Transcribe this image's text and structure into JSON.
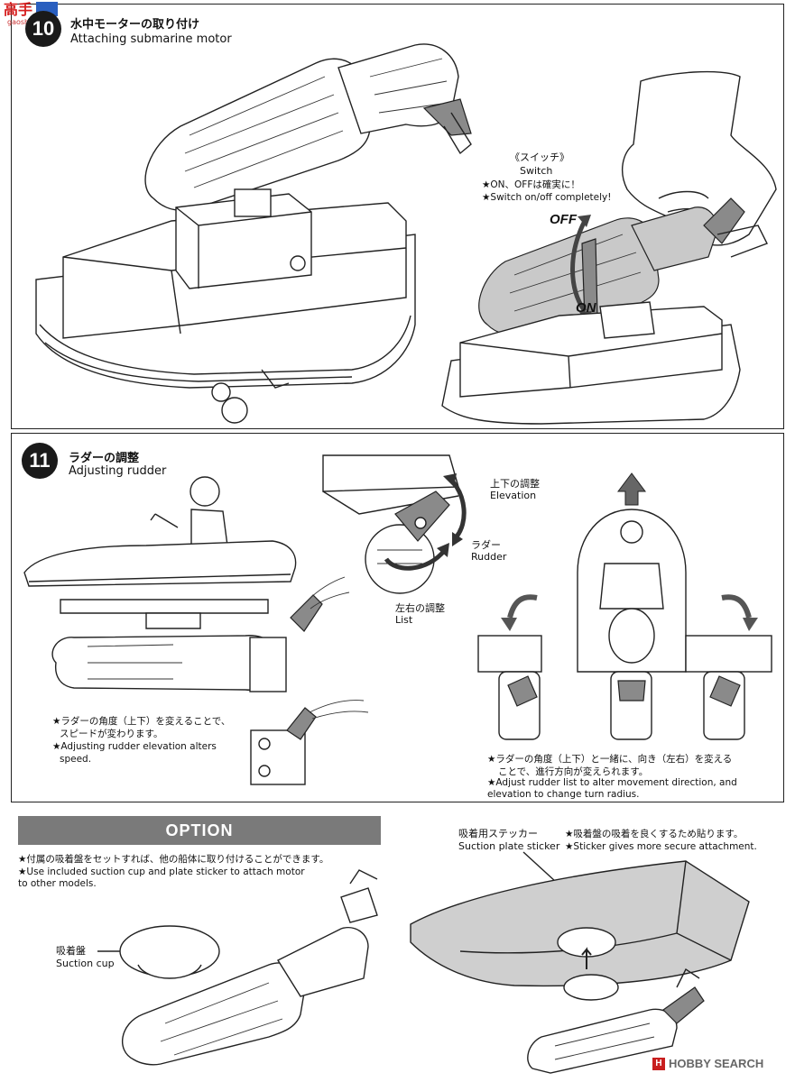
{
  "watermark_top": "gaoshou.net",
  "step10": {
    "number": "10",
    "title_jp": "水中モーターの取り付け",
    "title_en": "Attaching submarine motor",
    "switch_label_jp": "《スイッチ》",
    "switch_label_en": "Switch",
    "note_jp": "★ON、OFFは確実に！",
    "note_en": "★Switch on/off completely!",
    "off_label": "OFF",
    "on_label": "ON"
  },
  "step11": {
    "number": "11",
    "title_jp": "ラダーの調整",
    "title_en": "Adjusting rudder",
    "elevation_jp": "上下の調整",
    "elevation_en": "Elevation",
    "rudder_jp": "ラダー",
    "rudder_en": "Rudder",
    "list_jp": "左右の調整",
    "list_en": "List",
    "note1_jp_1": "★ラダーの角度（上下）を変えることで、",
    "note1_jp_2": "スピードが変わります。",
    "note1_en_1": "★Adjusting rudder elevation alters",
    "note1_en_2": "speed.",
    "note2_jp_1": "★ラダーの角度（上下）と一緒に、向き（左右）を変える",
    "note2_jp_2": "ことで、進行方向が変えられます。",
    "note2_en_1": "★Adjust rudder list to alter movement direction, and",
    "note2_en_2": "elevation to change turn radius."
  },
  "option": {
    "header": "OPTION",
    "note_jp": "★付属の吸着盤をセットすれば、他の船体に取り付けることができます。",
    "note_en_1": "★Use included suction cup and plate sticker to attach motor",
    "note_en_2": "to other models.",
    "sticker_jp": "吸着用ステッカー",
    "sticker_en": "Suction plate sticker",
    "sticker_note_jp": "★吸着盤の吸着を良くするため貼ります。",
    "sticker_note_en": "★Sticker gives more secure attachment.",
    "cup_jp": "吸着盤",
    "cup_en": "Suction cup"
  },
  "footer_logo": "HOBBY SEARCH"
}
